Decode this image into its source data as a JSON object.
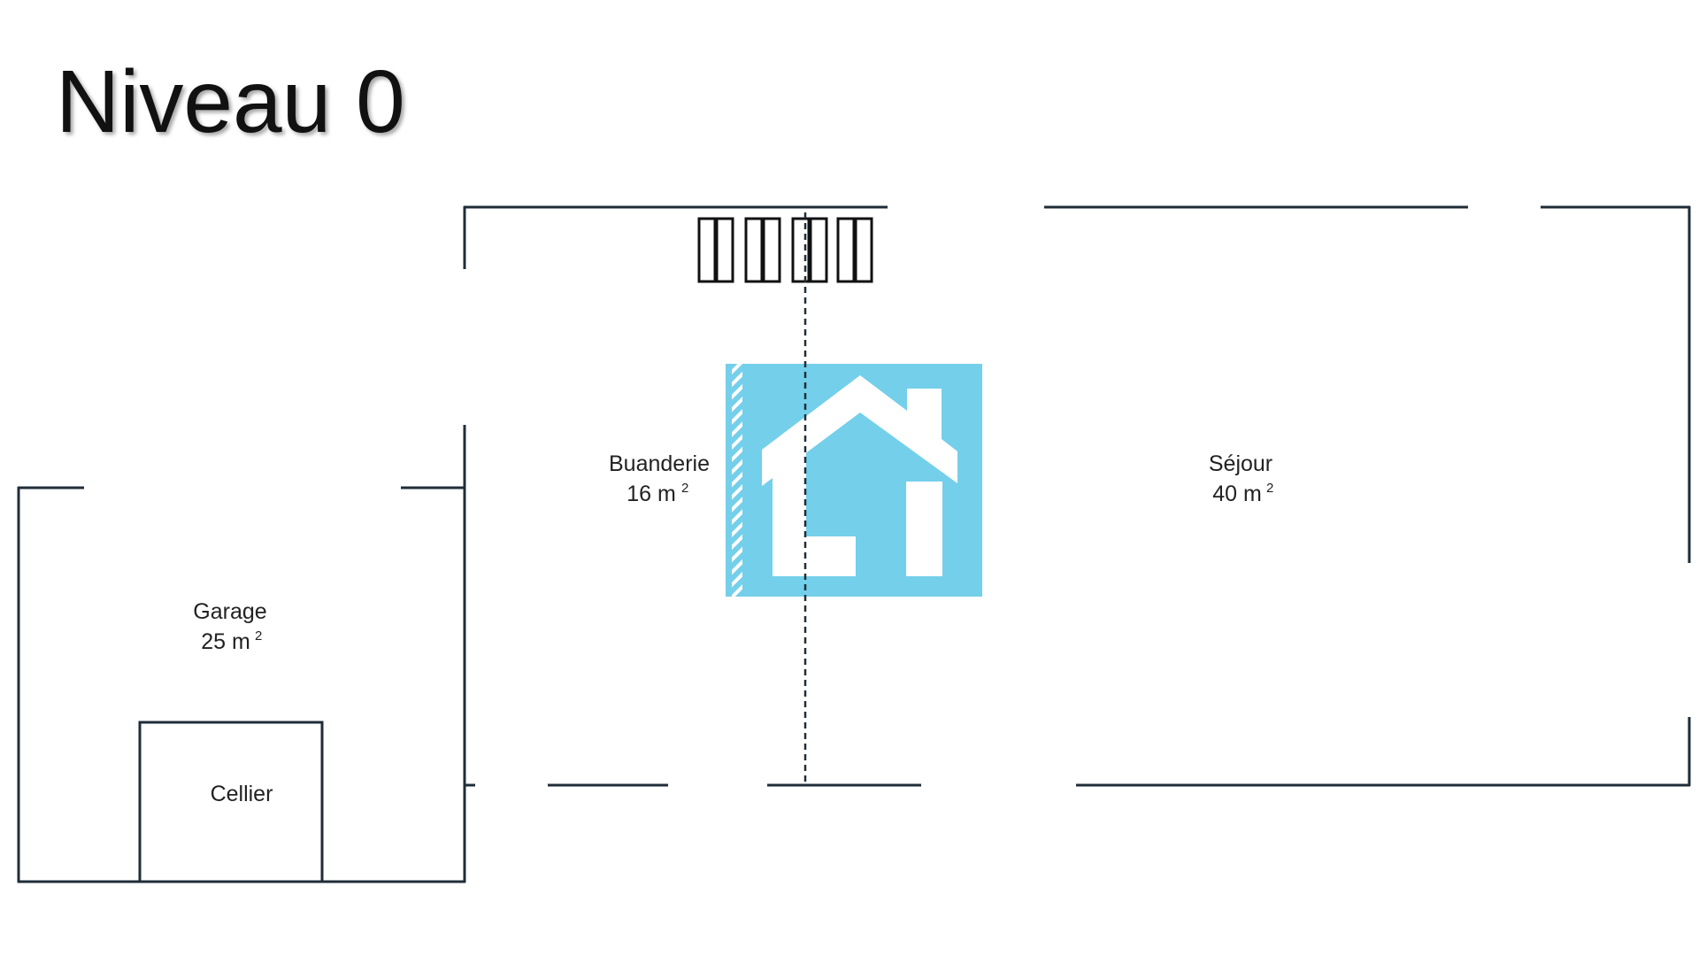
{
  "title": "Niveau 0",
  "rooms": {
    "buanderie": {
      "name": "Buanderie",
      "area": "16 m",
      "unit_sup": "2"
    },
    "sejour": {
      "name": "Séjour",
      "area": "40 m",
      "unit_sup": "2"
    },
    "garage": {
      "name": "Garage",
      "area": "25 m",
      "unit_sup": "2"
    },
    "cellier": {
      "name": "Cellier"
    }
  },
  "logo": {
    "icon": "house-logo-icon",
    "color": "#74cfea"
  },
  "colors": {
    "walls": "#1f2d38",
    "text": "#222222"
  }
}
